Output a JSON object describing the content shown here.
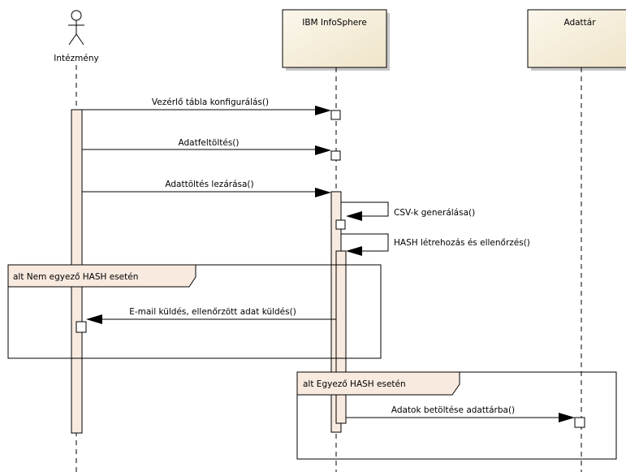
{
  "participants": {
    "actor": "Intézmény",
    "system": "IBM InfoSphere",
    "store": "Adattár"
  },
  "messages": {
    "m1": "Vezérlő tábla konfigurálás()",
    "m2": "Adatfeltöltés()",
    "m3": "Adattöltés lezárása()",
    "m4": "CSV-k generálása()",
    "m5": "HASH létrehozás és ellenőrzés()",
    "m6": "E-mail küldés, ellenőrzött adat küldés()",
    "m7": "Adatok betöltése adattárba()"
  },
  "fragments": {
    "alt1": "alt Nem egyező HASH esetén",
    "alt2": "alt Egyező HASH esetén"
  },
  "colors": {
    "participant_fill": "#f6efdc",
    "activation_fill": "#f8eadf",
    "line": "#000000"
  }
}
